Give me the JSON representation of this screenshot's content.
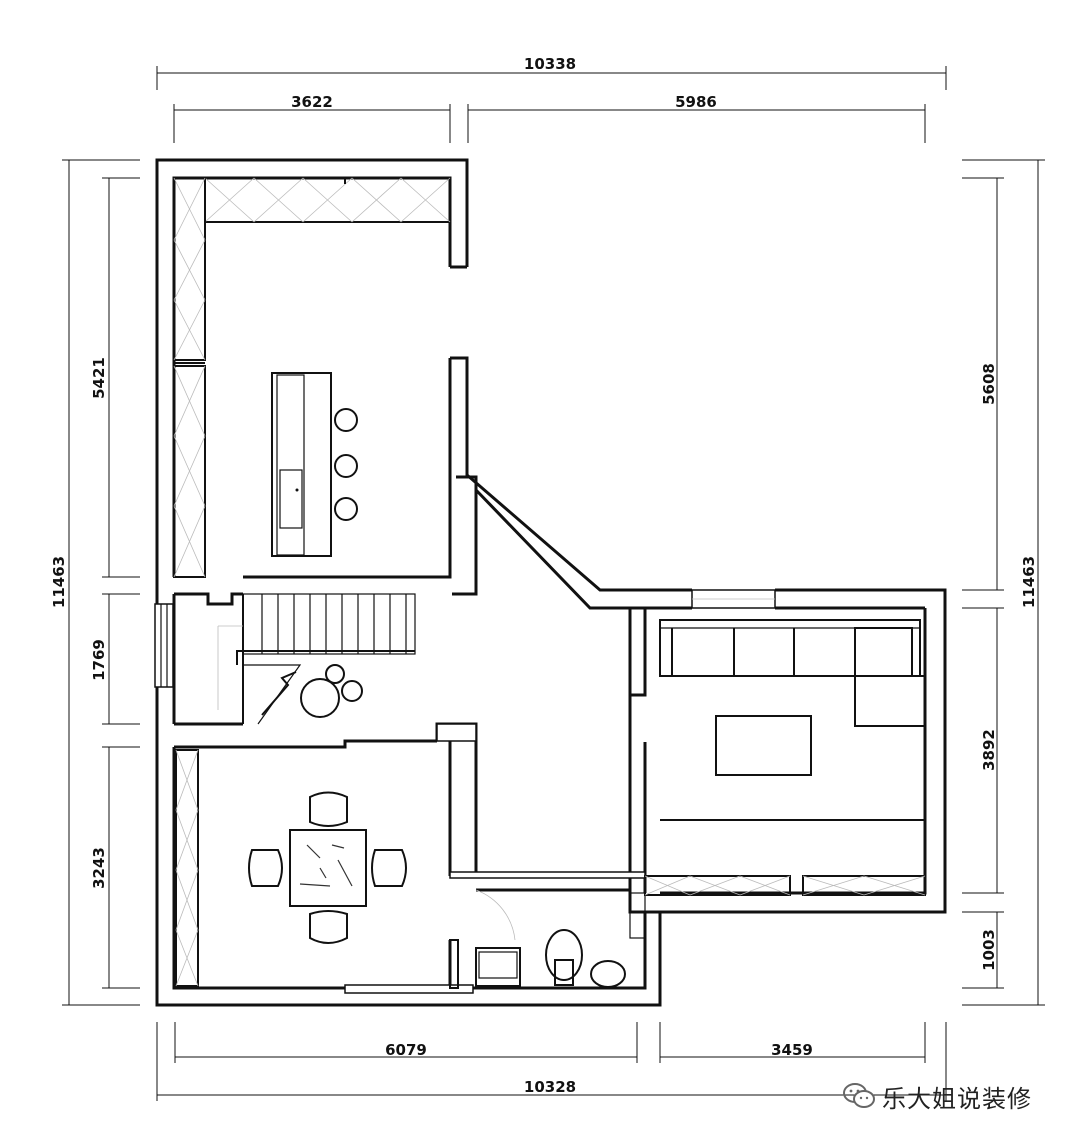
{
  "dimensions": {
    "top_total": "10338",
    "top_left": "3622",
    "top_right": "5986",
    "left_total": "11463",
    "left_top": "5421",
    "left_mid": "1769",
    "left_bottom": "3243",
    "right_total": "11463",
    "right_top": "5608",
    "right_mid": "3892",
    "right_bottom": "1003",
    "bottom_left": "6079",
    "bottom_right": "3459",
    "bottom_total": "10328"
  },
  "watermark": {
    "text": "乐大姐说装修",
    "icon": "wechat-icon"
  }
}
